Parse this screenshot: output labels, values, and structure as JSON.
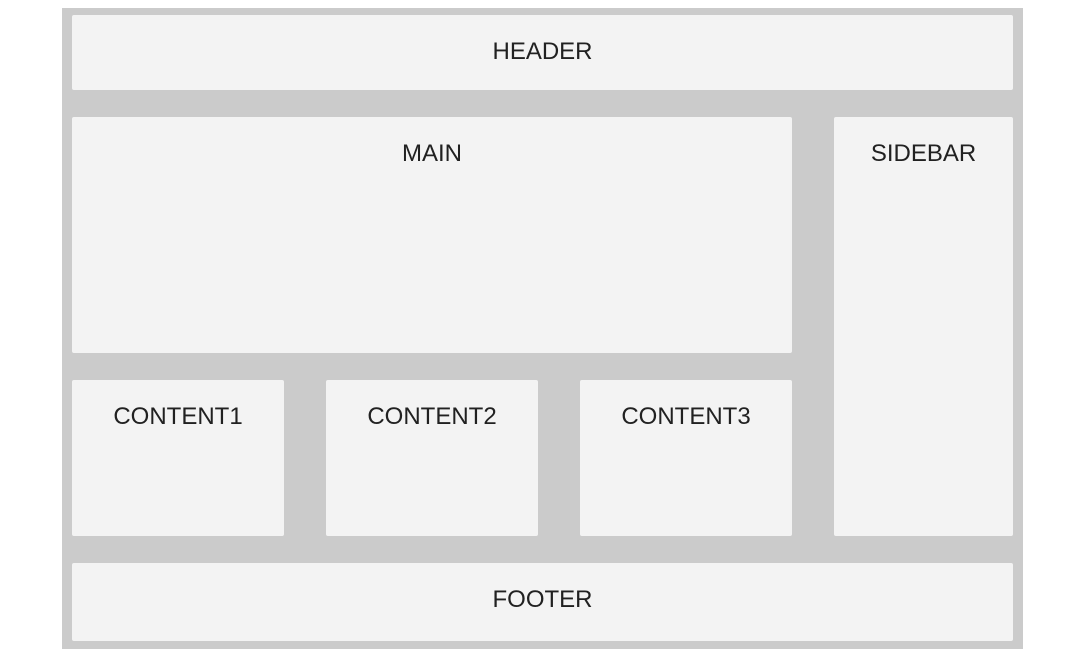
{
  "page": {
    "background_color": "#ffffff",
    "container_color": "#cbcbcb",
    "panel_color": "#f3f3f3",
    "text_color": "#212121"
  },
  "panels": {
    "header": {
      "label": "HEADER"
    },
    "main": {
      "label": "MAIN"
    },
    "sidebar": {
      "label": "SIDEBAR"
    },
    "content1": {
      "label": "CONTENT1"
    },
    "content2": {
      "label": "CONTENT2"
    },
    "content3": {
      "label": "CONTENT3"
    },
    "footer": {
      "label": "FOOTER"
    }
  }
}
